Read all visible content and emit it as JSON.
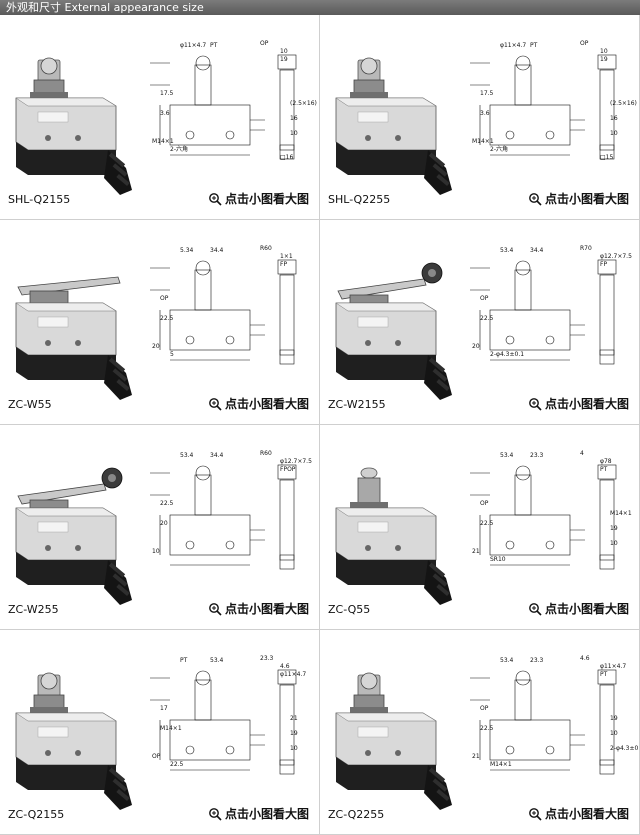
{
  "header": {
    "title": "外观和尺寸 External appearance size"
  },
  "zoom_label": "点击小图看大图",
  "cells": [
    {
      "model": "SHL-Q2155",
      "actuator": "roller-plunger",
      "dims": {
        "a": "φ11×4.7",
        "b": "PT",
        "c": "OP",
        "d": "10",
        "e": "19",
        "f": "17.5",
        "g": "3.6",
        "h": "M14×1",
        "i": "2-六角",
        "j": "(2.5×16)",
        "k": "16",
        "l": "10",
        "m": "□16"
      }
    },
    {
      "model": "SHL-Q2255",
      "actuator": "roller-plunger",
      "dims": {
        "a": "φ11×4.7",
        "b": "PT",
        "c": "OP",
        "d": "10",
        "e": "19",
        "f": "17.5",
        "g": "3.6",
        "h": "M14×1",
        "i": "2-六角",
        "j": "(2.5×16)",
        "k": "16",
        "l": "10",
        "m": "□15"
      }
    },
    {
      "model": "ZC-W55",
      "actuator": "lever",
      "dims": {
        "a": "5.34",
        "b": "34.4",
        "c": "R60",
        "d": "1×1",
        "e": "FP",
        "f": "OP",
        "g": "22.5",
        "h": "20",
        "i": "5"
      }
    },
    {
      "model": "ZC-W2155",
      "actuator": "roller-lever",
      "dims": {
        "a": "53.4",
        "b": "34.4",
        "c": "R70",
        "d": "φ12.7×7.5",
        "e": "FP",
        "f": "OP",
        "g": "22.5",
        "h": "20",
        "i": "2-φ4.3±0.1"
      }
    },
    {
      "model": "ZC-W255",
      "actuator": "roller-lever",
      "dims": {
        "a": "53.4",
        "b": "34.4",
        "c": "R60",
        "d": "φ12.7×7.5",
        "e": "FPOP",
        "f": "22.5",
        "g": "20",
        "h": "10"
      }
    },
    {
      "model": "ZC-Q55",
      "actuator": "plunger",
      "dims": {
        "a": "53.4",
        "b": "23.3",
        "c": "4",
        "d": "φ78",
        "e": "PT",
        "f": "OP",
        "g": "22.5",
        "h": "21",
        "i": "SR10",
        "j": "M14×1",
        "k": "19",
        "l": "10"
      }
    },
    {
      "model": "ZC-Q2155",
      "actuator": "roller-plunger",
      "dims": {
        "a": "PT",
        "b": "53.4",
        "c": "23.3",
        "d": "4.6",
        "e": "φ11×4.7",
        "f": "17",
        "g": "M14×1",
        "h": "OP",
        "i": "22.5",
        "j": "21",
        "k": "19",
        "l": "10"
      }
    },
    {
      "model": "ZC-Q2255",
      "actuator": "roller-plunger",
      "dims": {
        "a": "53.4",
        "b": "23.3",
        "c": "4.6",
        "d": "φ11×4.7",
        "e": "PT",
        "f": "OP",
        "g": "22.5",
        "h": "21",
        "i": "M14×1",
        "j": "19",
        "k": "10",
        "l": "2-φ4.3±0.1"
      }
    }
  ]
}
